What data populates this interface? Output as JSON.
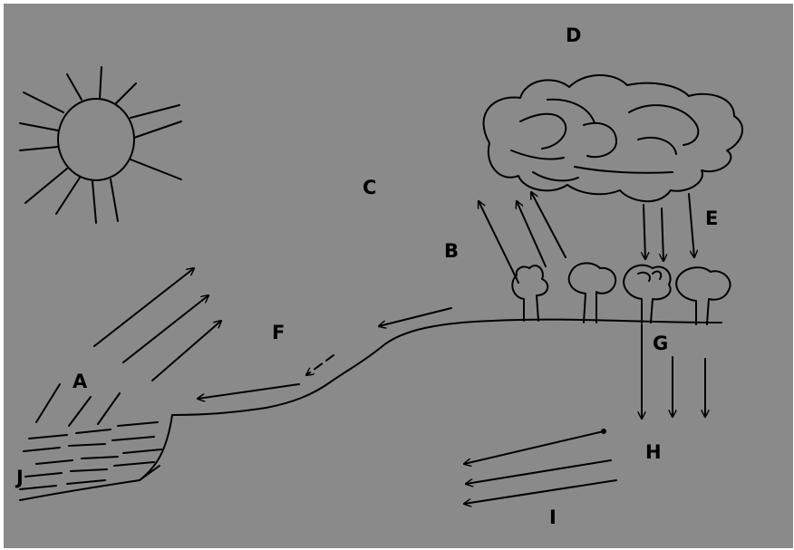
{
  "colors": {
    "background": "#8a8a8a",
    "ink": "#000000",
    "frame": "#ffffff"
  },
  "icons": [
    "sun-icon",
    "cloud-icon",
    "tree-icon",
    "water-body-icon"
  ],
  "labels": {
    "a": "A",
    "b": "B",
    "c": "C",
    "d": "D",
    "e": "E",
    "f": "F",
    "g": "G",
    "h": "H",
    "i": "I",
    "j": "J"
  }
}
